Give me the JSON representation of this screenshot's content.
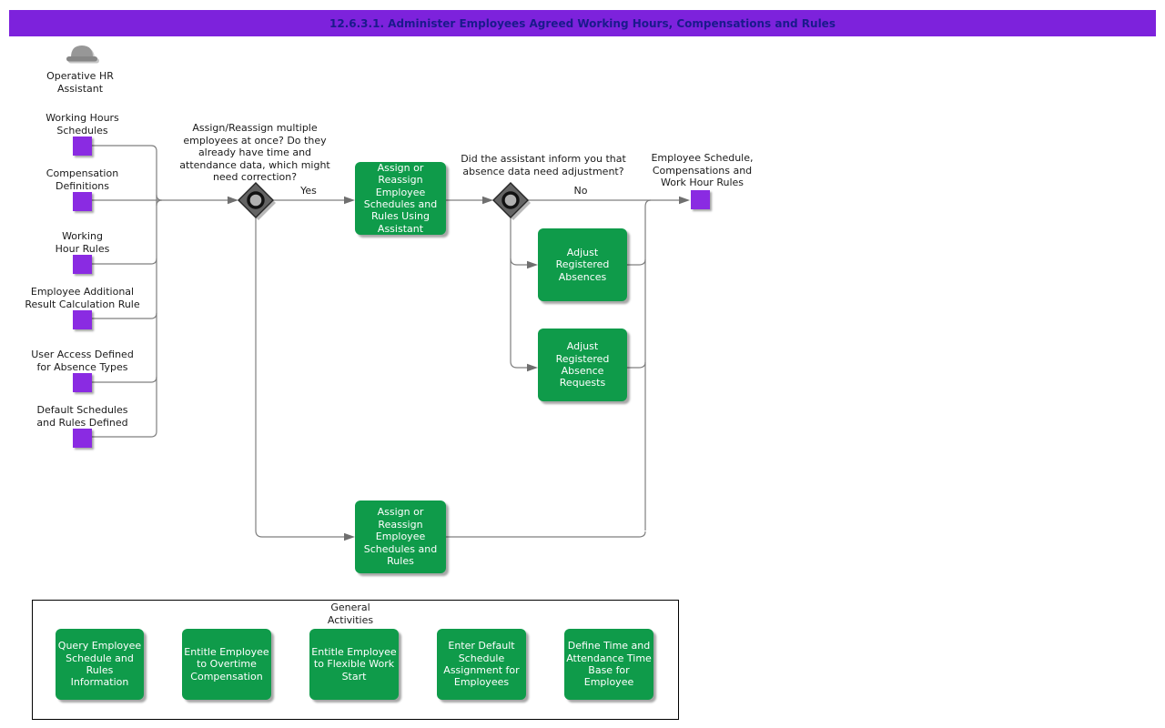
{
  "banner": {
    "title": "12.6.3.1. Administer Employees Agreed Working Hours, Compensations and Rules"
  },
  "actor": {
    "icon": "bowler-hat-icon",
    "label": "Operative HR\nAssistant"
  },
  "colors": {
    "banner_bg": "#7d22dc",
    "banner_text": "#1a1a8c",
    "task_green": "#0f9b4a",
    "data_purple": "#8a2be2",
    "connector_gray": "#7f7f7f",
    "label_text": "#1a1a1a"
  },
  "inputs": [
    {
      "label": "Working Hours\nSchedules"
    },
    {
      "label": "Compensation\nDefinitions"
    },
    {
      "label": "Working\nHour Rules"
    },
    {
      "label": "Employee Additional\nResult Calculation Rule"
    },
    {
      "label": "User Access Defined\nfor Absence Types"
    },
    {
      "label": "Default Schedules\nand Rules Defined"
    }
  ],
  "flow": {
    "decision1": {
      "question": "Assign/Reassign multiple\nemployees at once? Do they\nalready have time and\nattendance data, which might\nneed correction?",
      "yes_label": "Yes"
    },
    "task_assistant": {
      "label": "Assign or\nReassign\nEmployee\nSchedules and\nRules Using\nAssistant"
    },
    "decision2": {
      "question": "Did the assistant inform you that\nabsence data need adjustment?",
      "no_label": "No"
    },
    "task_adjust_absences": {
      "label": "Adjust\nRegistered\nAbsences"
    },
    "task_adjust_absence_requests": {
      "label": "Adjust\nRegistered\nAbsence\nRequests"
    },
    "task_manual": {
      "label": "Assign or\nReassign\nEmployee\nSchedules and\nRules"
    },
    "result": {
      "label": "Employee Schedule,\nCompensations and\nWork Hour Rules"
    }
  },
  "general_activities": {
    "title": "General\nActivities",
    "items": [
      {
        "label": "Query Employee\nSchedule and\nRules\nInformation"
      },
      {
        "label": "Entitle Employee\nto Overtime\nCompensation"
      },
      {
        "label": "Entitle Employee\nto Flexible Work\nStart"
      },
      {
        "label": "Enter Default\nSchedule\nAssignment for\nEmployees"
      },
      {
        "label": "Define Time and\nAttendance Time\nBase for\nEmployee"
      }
    ]
  }
}
